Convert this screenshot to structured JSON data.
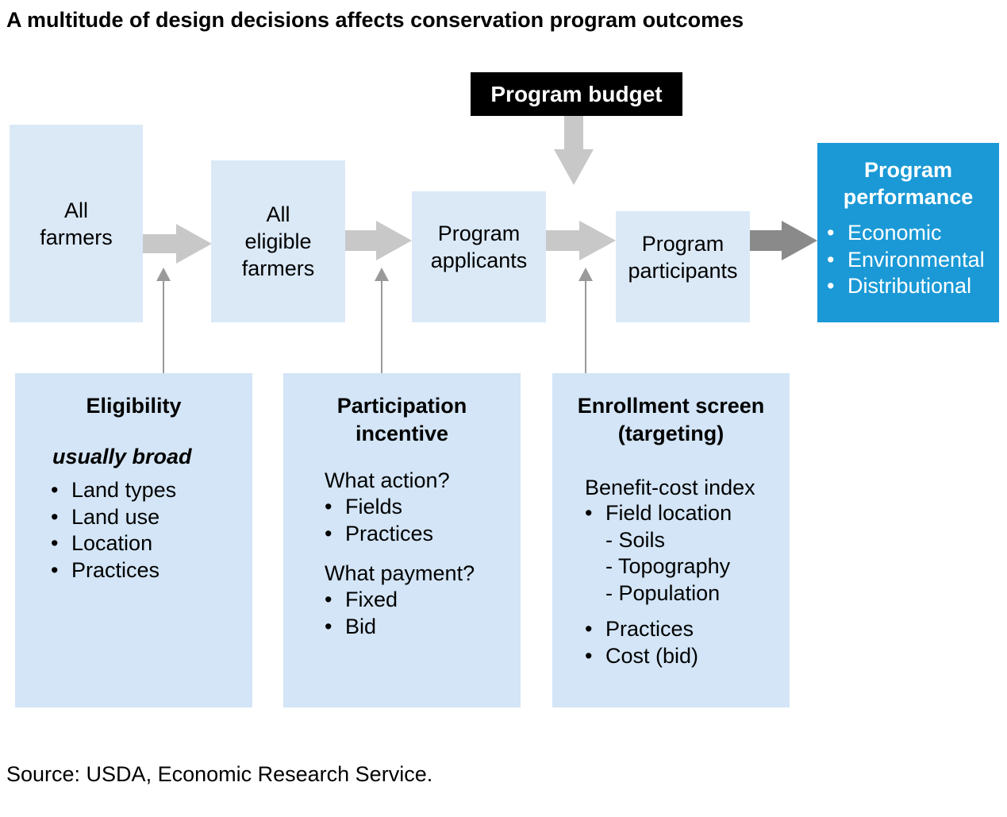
{
  "title": "A multitude of design decisions affects conservation program outcomes",
  "source": "Source: USDA, Economic Research Service.",
  "budget": "Program budget",
  "stages": {
    "all_farmers": [
      "All",
      "farmers"
    ],
    "eligible": [
      "All",
      "eligible",
      "farmers"
    ],
    "applicants": [
      "Program",
      "applicants"
    ],
    "participants": [
      "Program",
      "participants"
    ]
  },
  "performance": {
    "title": [
      "Program",
      "performance"
    ],
    "items": [
      "Economic",
      "Environmental",
      "Distributional"
    ]
  },
  "eligibility": {
    "title": "Eligibility",
    "subtitle": "usually broad",
    "items": [
      "Land types",
      "Land use",
      "Location",
      "Practices"
    ]
  },
  "incentive": {
    "title": [
      "Participation",
      "incentive"
    ],
    "action_heading": "What action?",
    "action_items": [
      "Fields",
      "Practices"
    ],
    "payment_heading": "What payment?",
    "payment_items": [
      "Fixed",
      "Bid"
    ]
  },
  "enrollment": {
    "title": [
      "Enrollment screen",
      "(targeting)"
    ],
    "heading": "Benefit-cost index",
    "location_item": "Field location",
    "location_subs": [
      "- Soils",
      "- Topography",
      "- Population"
    ],
    "other_items": [
      "Practices",
      "Cost (bid)"
    ]
  },
  "colors": {
    "stage_fill": "#dbe9f7",
    "panel_fill": "#d3e5f6",
    "performance_fill": "#1a99d6",
    "budget_fill": "#000000",
    "flow_arrow": "#c8c8c8",
    "final_arrow": "#8a8a8a",
    "connector": "#9a9a9a"
  }
}
